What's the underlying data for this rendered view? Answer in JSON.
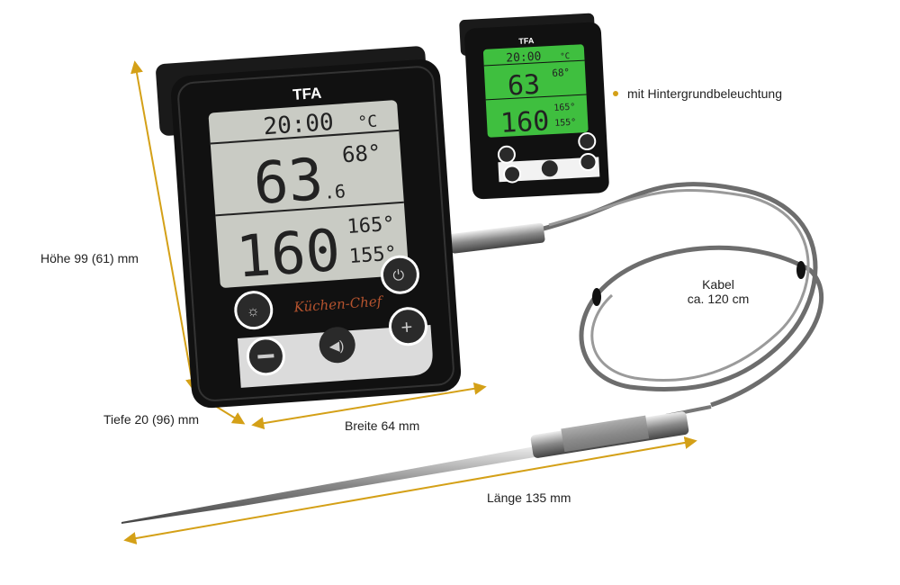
{
  "labels": {
    "height": "Höhe 99 (61) mm",
    "depth": "Tiefe 20 (96) mm",
    "width": "Breite 64 mm",
    "cable_line1": "Kabel",
    "cable_line2": "ca. 120 cm",
    "length": "Länge 135 mm",
    "backlight": "mit Hintergrundbeleuchtung"
  },
  "device": {
    "brand": "TFA",
    "series": "Küchen-Chef",
    "time": "20:00",
    "unit": "°C",
    "probe_temp": "63",
    "probe_temp_decimal": ".6",
    "probe_alarm": "68°",
    "oven_temp": "160",
    "oven_high": "165°",
    "oven_low": "155°"
  },
  "colors": {
    "accent": "#d4a017",
    "lcd_normal": "#c9cbc4",
    "lcd_backlight": "#3fbf3f",
    "body": "#111111"
  }
}
